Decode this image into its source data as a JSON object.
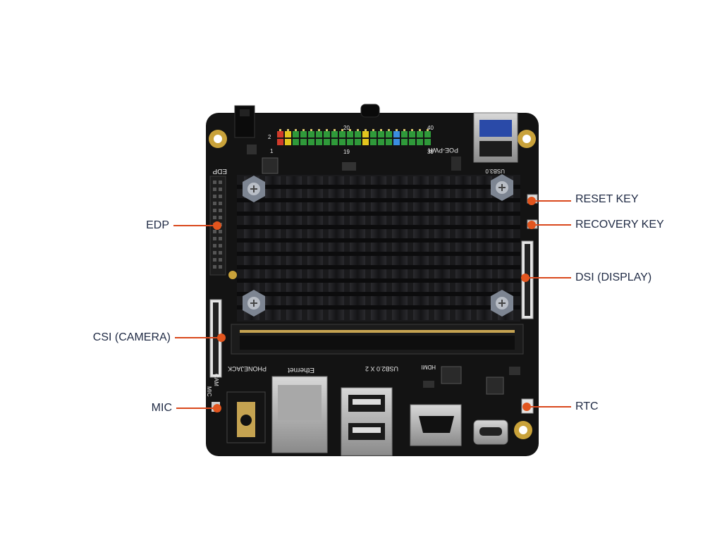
{
  "callouts": {
    "left": {
      "edp": "EDP",
      "csi": "CSI (CAMERA)",
      "mic": "MIC"
    },
    "right": {
      "reset": "RESET KEY",
      "recovery": "RECOVERY KEY",
      "dsi": "DSI (DISPLAY)",
      "rtc": "RTC"
    }
  },
  "board_silkscreen": {
    "edp": "EDP",
    "poe_pwr": "POE-PWR",
    "usb3": "USB3.0",
    "pin_40": "40",
    "pin_39": "39",
    "pin_20": "20",
    "pin_19": "19",
    "pin_2": "2",
    "pin_1": "1",
    "phonejack": "PHONEJACK",
    "ethernet": "Ethernet",
    "usb2": "USB2.0 X 2",
    "hdmi": "HDMI",
    "cam": "CAM",
    "mic": "MIC"
  },
  "colors": {
    "callout_line": "#d9481c",
    "callout_dot": "#e2551e",
    "label_text": "#1f2a44",
    "pcb": "#141414",
    "heatsink": "#1c1c1e"
  }
}
